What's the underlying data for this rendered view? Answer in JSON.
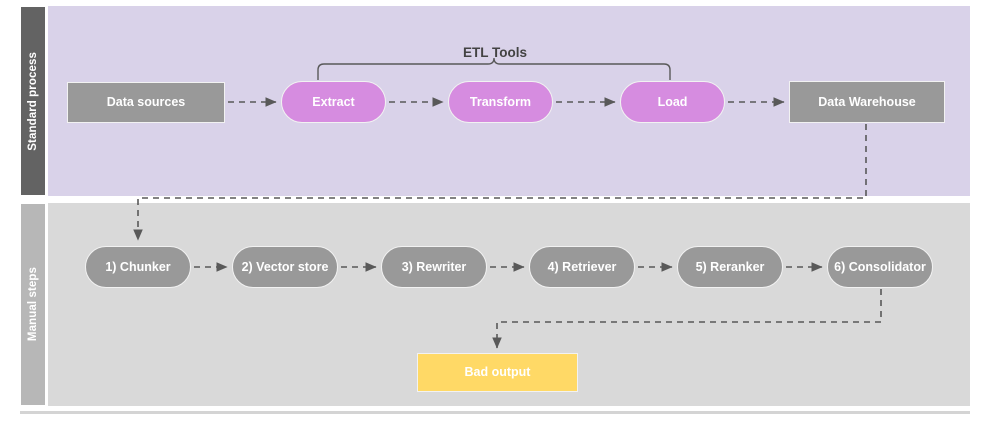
{
  "diagram": {
    "title_text": "ETL Tools",
    "lanes": [
      {
        "id": "standard-process",
        "label": "Standard process",
        "band_color": "#636363",
        "body_color": "#d9d2e9"
      },
      {
        "id": "manual-steps",
        "label": "Manual steps",
        "band_color": "#b7b7b7",
        "body_color": "#d9d9d9"
      }
    ],
    "standard_process": {
      "nodes": [
        {
          "id": "data-sources",
          "label": "Data sources",
          "shape": "rect",
          "color": "#999999"
        },
        {
          "id": "extract",
          "label": "Extract",
          "shape": "pill",
          "color": "#d68ce0"
        },
        {
          "id": "transform",
          "label": "Transform",
          "shape": "pill",
          "color": "#d68ce0"
        },
        {
          "id": "load",
          "label": "Load",
          "shape": "pill",
          "color": "#d68ce0"
        },
        {
          "id": "data-warehouse",
          "label": "Data Warehouse",
          "shape": "rect",
          "color": "#999999"
        }
      ],
      "bracket": {
        "label": "ETL Tools",
        "covers": [
          "Extract",
          "Transform",
          "Load"
        ]
      }
    },
    "manual_steps": {
      "nodes": [
        {
          "id": "chunker",
          "label": "1) Chunker",
          "shape": "pill",
          "color": "#999999"
        },
        {
          "id": "vector-store",
          "label": "2) Vector store",
          "shape": "pill",
          "color": "#999999"
        },
        {
          "id": "rewriter",
          "label": "3) Rewriter",
          "shape": "pill",
          "color": "#999999"
        },
        {
          "id": "retriever",
          "label": "4) Retriever",
          "shape": "pill",
          "color": "#999999"
        },
        {
          "id": "reranker",
          "label": "5) Reranker",
          "shape": "pill",
          "color": "#999999"
        },
        {
          "id": "consolidator",
          "label": "6) Consolidator",
          "shape": "pill",
          "color": "#999999"
        }
      ],
      "output": {
        "id": "bad-output",
        "label": "Bad output",
        "shape": "rect",
        "color": "#ffd966"
      }
    },
    "edges": [
      {
        "from": "data-sources",
        "to": "extract",
        "style": "dashed"
      },
      {
        "from": "extract",
        "to": "transform",
        "style": "dashed"
      },
      {
        "from": "transform",
        "to": "load",
        "style": "dashed"
      },
      {
        "from": "load",
        "to": "data-warehouse",
        "style": "dashed"
      },
      {
        "from": "data-warehouse",
        "to": "chunker",
        "style": "dashed"
      },
      {
        "from": "chunker",
        "to": "vector-store",
        "style": "dashed"
      },
      {
        "from": "vector-store",
        "to": "rewriter",
        "style": "dashed"
      },
      {
        "from": "rewriter",
        "to": "retriever",
        "style": "dashed"
      },
      {
        "from": "retriever",
        "to": "reranker",
        "style": "dashed"
      },
      {
        "from": "reranker",
        "to": "consolidator",
        "style": "dashed"
      },
      {
        "from": "consolidator",
        "to": "bad-output",
        "style": "dashed"
      }
    ],
    "colors": {
      "edge": "#595959",
      "node_text": "#ffffff",
      "bracket": "#595959",
      "page_background": "#ffffff",
      "rule": "#d4d4d4"
    }
  }
}
